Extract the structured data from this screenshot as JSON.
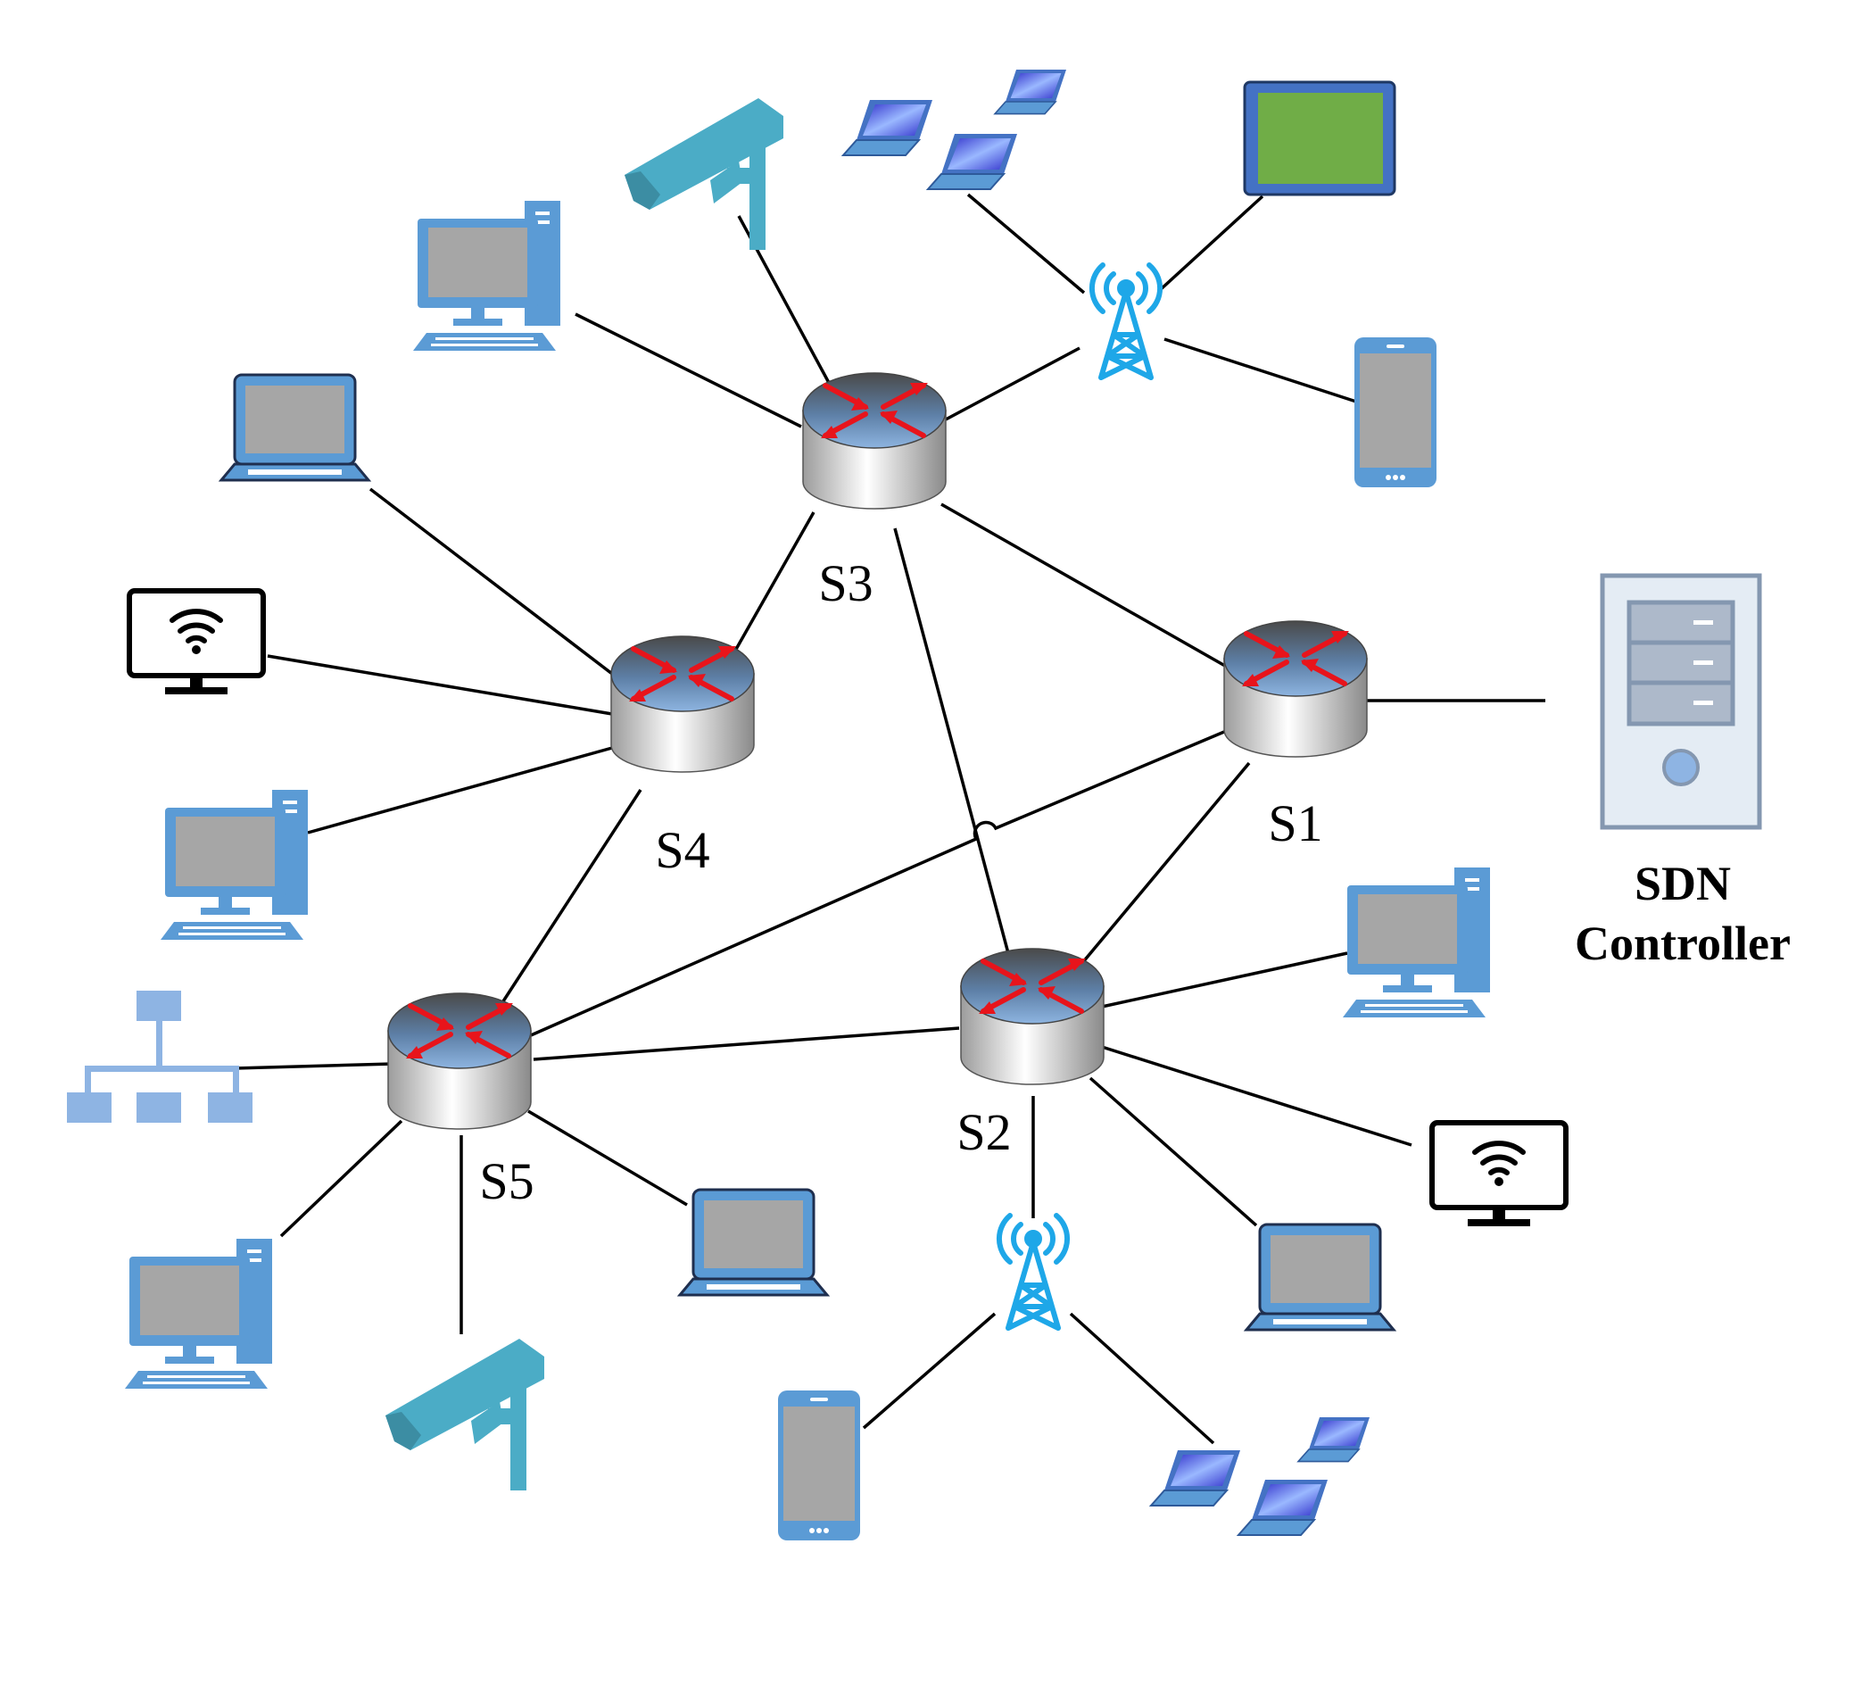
{
  "diagram": {
    "colors": {
      "device_blue": "#5b9bd5",
      "screen_gray": "#a6a6a6",
      "tablet_screen": "#70ad47",
      "camera": "#4bacc6",
      "tower": "#1ea7e8",
      "arrow_red": "#e8141b"
    },
    "switches": [
      {
        "id": "s1",
        "label": "S1"
      },
      {
        "id": "s2",
        "label": "S2"
      },
      {
        "id": "s3",
        "label": "S3"
      },
      {
        "id": "s4",
        "label": "S4"
      },
      {
        "id": "s5",
        "label": "S5"
      }
    ],
    "controller": {
      "line1": "SDN",
      "line2": "Controller"
    },
    "switch_links": [
      [
        "s3",
        "s4"
      ],
      [
        "s3",
        "s1"
      ],
      [
        "s3",
        "s2"
      ],
      [
        "s1",
        "s2"
      ],
      [
        "s1",
        "s5"
      ],
      [
        "s4",
        "s5"
      ],
      [
        "s5",
        "s2"
      ]
    ]
  }
}
